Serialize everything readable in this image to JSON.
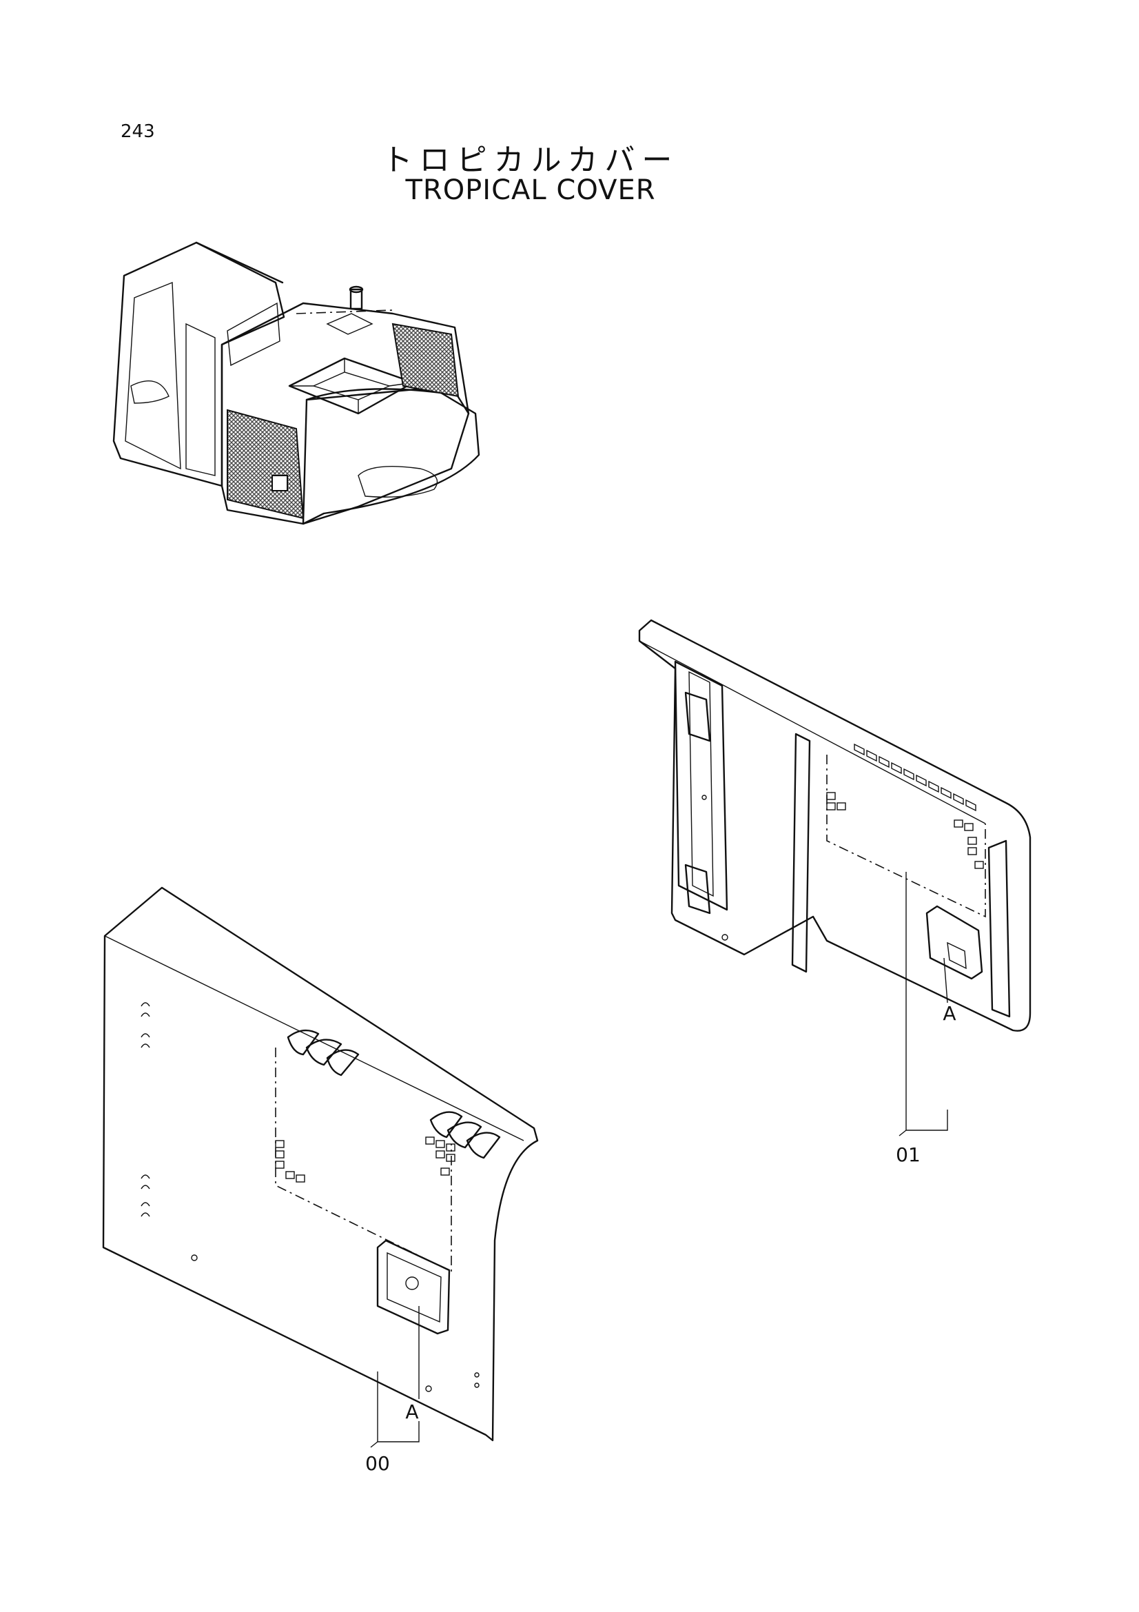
{
  "header": {
    "page_number": "243",
    "title_jp": "トロピカルカバー",
    "title_en": "TROPICAL COVER"
  },
  "callouts": {
    "detail_left": "A",
    "detail_right": "A",
    "part_left": "00",
    "part_right": "01"
  },
  "colors": {
    "line": "#111111",
    "mesh": "#4a4a4a",
    "background": "#ffffff"
  }
}
